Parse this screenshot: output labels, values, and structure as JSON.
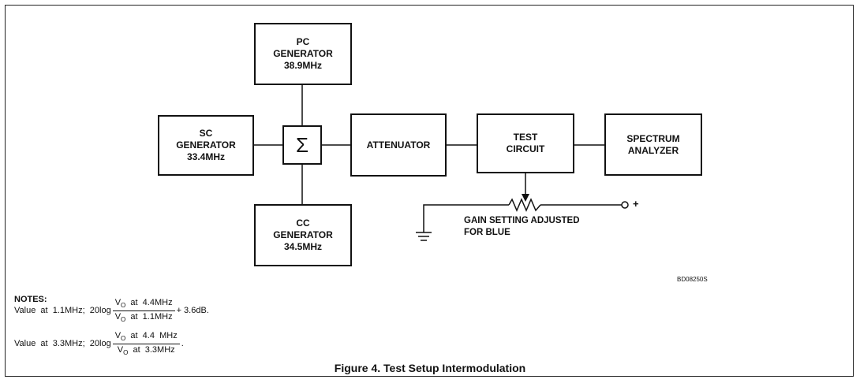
{
  "blocks": {
    "pc": {
      "line1": "PC",
      "line2": "GENERATOR",
      "line3": "38.9MHz"
    },
    "sc": {
      "line1": "SC",
      "line2": "GENERATOR",
      "line3": "33.4MHz"
    },
    "cc": {
      "line1": "CC",
      "line2": "GENERATOR",
      "line3": "34.5MHz"
    },
    "summer": "Σ",
    "attenuator": "ATTENUATOR",
    "test_circuit": {
      "line1": "TEST",
      "line2": "CIRCUIT"
    },
    "spectrum_analyzer": {
      "line1": "SPECTRUM",
      "line2": "ANALYZER"
    }
  },
  "gain_label": {
    "line1": "GAIN SETTING ADJUSTED",
    "line2": "FOR BLUE"
  },
  "plus_sign": "+",
  "drawing_code": "BD08250S",
  "notes": {
    "title": "NOTES:",
    "note1": {
      "prefix": "Value  at  1.1MHz;  20log",
      "num_v": "V",
      "num_sub": "O",
      "num_rest": "  at  4.4MHz",
      "den_v": "V",
      "den_sub": "O",
      "den_rest": "  at  1.1MHz",
      "suffix": "+ 3.6dB."
    },
    "note2": {
      "prefix": "Value  at  3.3MHz;  20log",
      "num_v": "V",
      "num_sub": "O",
      "num_rest": "  at  4.4  MHz",
      "den_v": "V",
      "den_sub": "O",
      "den_rest": "  at  3.3MHz",
      "suffix": "."
    }
  },
  "caption": "Figure 4. Test Setup Intermodulation"
}
